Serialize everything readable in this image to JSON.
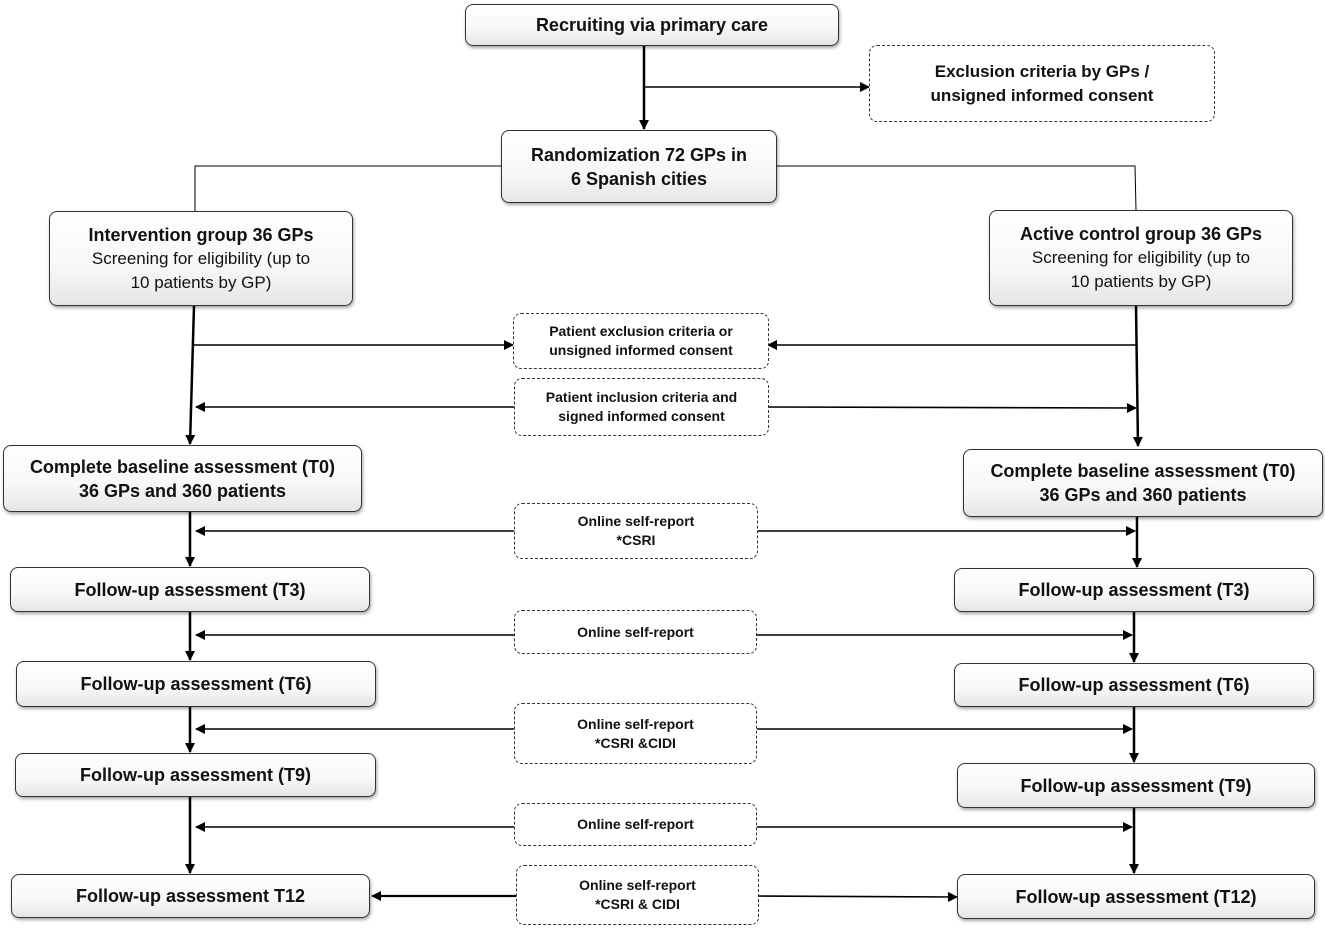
{
  "recruit": "Recruiting via primary care",
  "exclusion_gp": {
    "line1": "Exclusion criteria by GPs /",
    "line2": "unsigned informed consent"
  },
  "randomization": {
    "line1": "Randomization 72 GPs in",
    "line2": "6 Spanish cities"
  },
  "intervention": {
    "title": "Intervention group 36 GPs",
    "line2": "Screening for eligibility  (up to",
    "line3": "10 patients by GP)"
  },
  "control": {
    "title": "Active control group 36 GPs",
    "line2": "Screening for eligibility  (up to",
    "line3": "10 patients by GP)"
  },
  "patient_exclusion": {
    "line1": "Patient exclusion criteria or",
    "line2": "unsigned informed consent"
  },
  "patient_inclusion": {
    "line1": "Patient inclusion criteria and",
    "line2": "signed informed consent"
  },
  "baseline_left": {
    "line1": "Complete baseline assessment (T0)",
    "line2": "36 GPs and 360 patients"
  },
  "baseline_right": {
    "line1": "Complete baseline assessment (T0)",
    "line2": "36 GPs and 360 patients"
  },
  "self_report_1": {
    "line1": "Online self-report",
    "line2": "*CSRI"
  },
  "self_report_2": {
    "line1": "Online self-report"
  },
  "self_report_3": {
    "line1": "Online self-report",
    "line2": "*CSRI &CIDI"
  },
  "self_report_4": {
    "line1": "Online self-report"
  },
  "self_report_5": {
    "line1": "Online self-report",
    "line2": "*CSRI & CIDI"
  },
  "left_followups": {
    "t3": "Follow-up assessment (T3)",
    "t6": "Follow-up assessment (T6)",
    "t9": "Follow-up assessment (T9)",
    "t12": "Follow-up assessment T12"
  },
  "right_followups": {
    "t3": "Follow-up assessment (T3)",
    "t6": "Follow-up assessment (T6)",
    "t9": "Follow-up assessment (T9)",
    "t12": "Follow-up assessment (T12)"
  }
}
